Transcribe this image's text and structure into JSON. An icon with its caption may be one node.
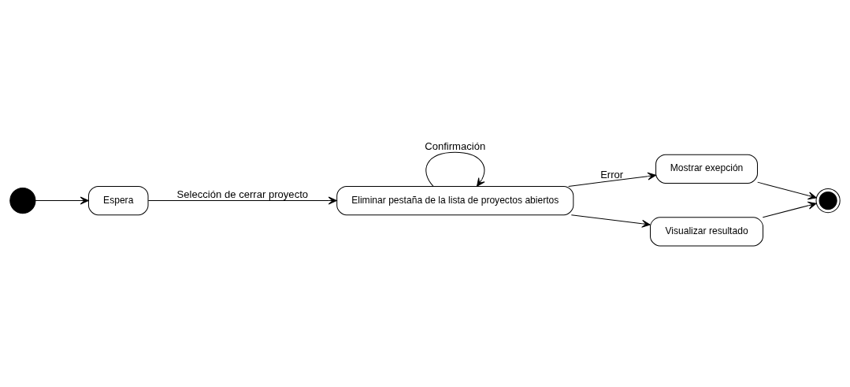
{
  "diagram": {
    "nodes": [
      {
        "text": [],
        "shape": "circle"
      },
      {
        "text": [
          "Espera"
        ]
      },
      {
        "text": [
          "Eliminar pestaña de la lista de proyectos abiertos"
        ]
      },
      {
        "text": [
          "Mostrar exepción"
        ]
      },
      {
        "text": [
          "Visualizar resultado"
        ]
      },
      {
        "text": [],
        "shape": "circle"
      }
    ],
    "edges": [
      {
        "from": 0,
        "to": 1,
        "arrow": "to"
      },
      {
        "from": 1,
        "to": 2,
        "arrow": "to",
        "label": "Selección de cerrar proyecto"
      },
      {
        "from": 2,
        "to": 2,
        "arrow": "to",
        "label": "Confirmación"
      },
      {
        "from": 2,
        "to": 3,
        "arrow": "to",
        "label": "Error"
      },
      {
        "from": 2,
        "to": 4,
        "arrow": "to"
      },
      {
        "from": 3,
        "to": 5,
        "arrow": "to"
      },
      {
        "from": 4,
        "to": 5,
        "arrow": "to"
      }
    ]
  }
}
